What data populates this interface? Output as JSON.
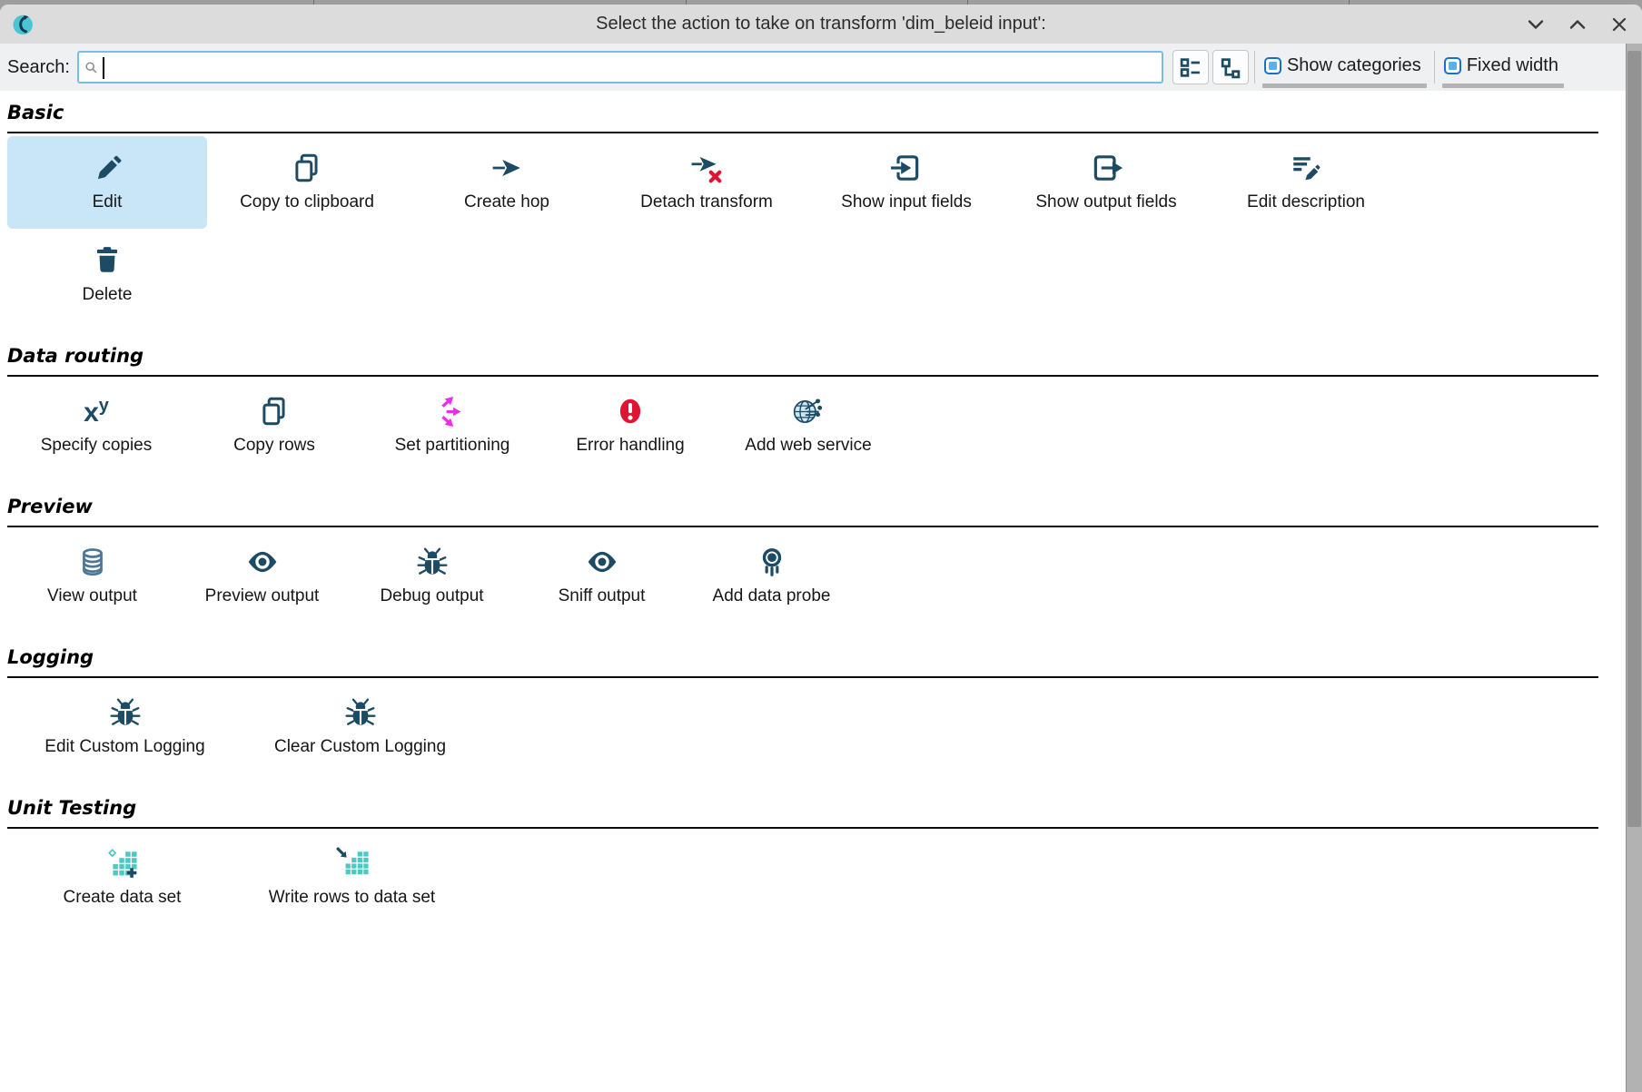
{
  "window": {
    "title": "Select the action to take on transform 'dim_beleid input':",
    "controls": {
      "minimize": "chevron-down-icon",
      "maximize": "chevron-up-icon",
      "close": "close-icon"
    }
  },
  "toolbar": {
    "search_label": "Search:",
    "search_value": "",
    "view_buttons": [
      "list-view",
      "tree-view"
    ],
    "show_categories": {
      "label": "Show categories",
      "checked": true
    },
    "fixed_width": {
      "label": "Fixed width",
      "checked": true
    }
  },
  "sections": [
    {
      "title": "Basic",
      "items": [
        {
          "label": "Edit",
          "icon": "edit",
          "selected": true
        },
        {
          "label": "Copy to clipboard",
          "icon": "copy"
        },
        {
          "label": "Create hop",
          "icon": "create-hop"
        },
        {
          "label": "Detach transform",
          "icon": "detach-transform"
        },
        {
          "label": "Show input fields",
          "icon": "input-fields"
        },
        {
          "label": "Show output fields",
          "icon": "output-fields"
        },
        {
          "label": "Edit description",
          "icon": "edit-description"
        },
        {
          "label": "Delete",
          "icon": "delete"
        }
      ]
    },
    {
      "title": "Data routing",
      "items": [
        {
          "label": "Specify copies",
          "icon": "specify-copies"
        },
        {
          "label": "Copy rows",
          "icon": "copy"
        },
        {
          "label": "Set partitioning",
          "icon": "set-partitioning"
        },
        {
          "label": "Error handling",
          "icon": "error-handling"
        },
        {
          "label": "Add web service",
          "icon": "web-service"
        }
      ]
    },
    {
      "title": "Preview",
      "items": [
        {
          "label": "View output",
          "icon": "view-output"
        },
        {
          "label": "Preview output",
          "icon": "eye"
        },
        {
          "label": "Debug output",
          "icon": "debug"
        },
        {
          "label": "Sniff output",
          "icon": "eye"
        },
        {
          "label": "Add data probe",
          "icon": "data-probe"
        }
      ]
    },
    {
      "title": "Logging",
      "items": [
        {
          "label": "Edit Custom Logging",
          "icon": "debug"
        },
        {
          "label": "Clear Custom Logging",
          "icon": "debug"
        }
      ]
    },
    {
      "title": "Unit Testing",
      "items": [
        {
          "label": "Create data set",
          "icon": "create-data-set"
        },
        {
          "label": "Write rows to data set",
          "icon": "write-data-set"
        }
      ]
    }
  ],
  "colors": {
    "icon_navy": "#1c4b63",
    "teal": "#4fc7c5",
    "magenta": "#ee2bee",
    "error_red": "#dd1533",
    "selected_bg": "#c9e5f8",
    "checkbox_blue": "#5cb0ea",
    "titlebar_bg": "#dcdcdc",
    "toolbar_bg": "#eef0f1",
    "search_border": "#79bedd"
  }
}
